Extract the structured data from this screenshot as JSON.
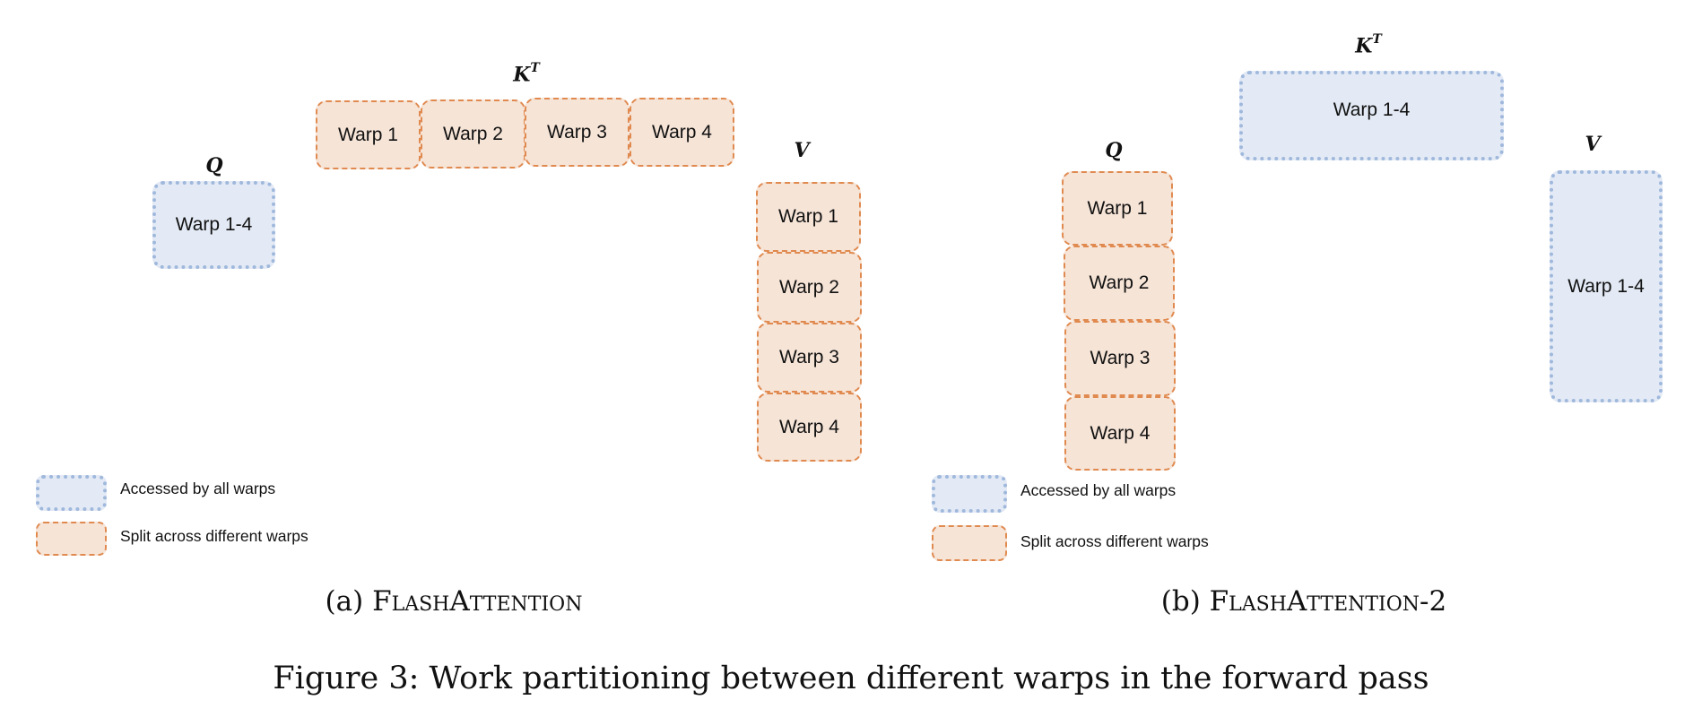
{
  "panel_a": {
    "q": {
      "label": "Q",
      "blocks": [
        "Warp 1-4"
      ],
      "access": "all"
    },
    "kt": {
      "label": "K",
      "sup": "T",
      "blocks": [
        "Warp 1",
        "Warp 2",
        "Warp 3",
        "Warp 4"
      ],
      "access": "split"
    },
    "v": {
      "label": "V",
      "blocks": [
        "Warp 1",
        "Warp 2",
        "Warp 3",
        "Warp 4"
      ],
      "access": "split"
    },
    "legend": {
      "all": "Accessed by all warps",
      "split": "Split across different warps"
    },
    "caption": {
      "prefix": "(a) ",
      "name": "FlashAttention"
    }
  },
  "panel_b": {
    "q": {
      "label": "Q",
      "blocks": [
        "Warp 1",
        "Warp 2",
        "Warp 3",
        "Warp 4"
      ],
      "access": "split"
    },
    "kt": {
      "label": "K",
      "sup": "T",
      "blocks": [
        "Warp 1-4"
      ],
      "access": "all"
    },
    "v": {
      "label": "V",
      "blocks": [
        "Warp 1-4"
      ],
      "access": "all"
    },
    "legend": {
      "all": "Accessed by all warps",
      "split": "Split across different warps"
    },
    "caption": {
      "prefix": "(b) ",
      "name": "FlashAttention-2"
    }
  },
  "figure_caption": "Figure 3: Work partitioning between different warps in the forward pass",
  "colors": {
    "all_fill": "#e3eaf5",
    "all_border": "#9fb8dc",
    "split_fill": "#f6e4d7",
    "split_border": "#e08a50"
  }
}
